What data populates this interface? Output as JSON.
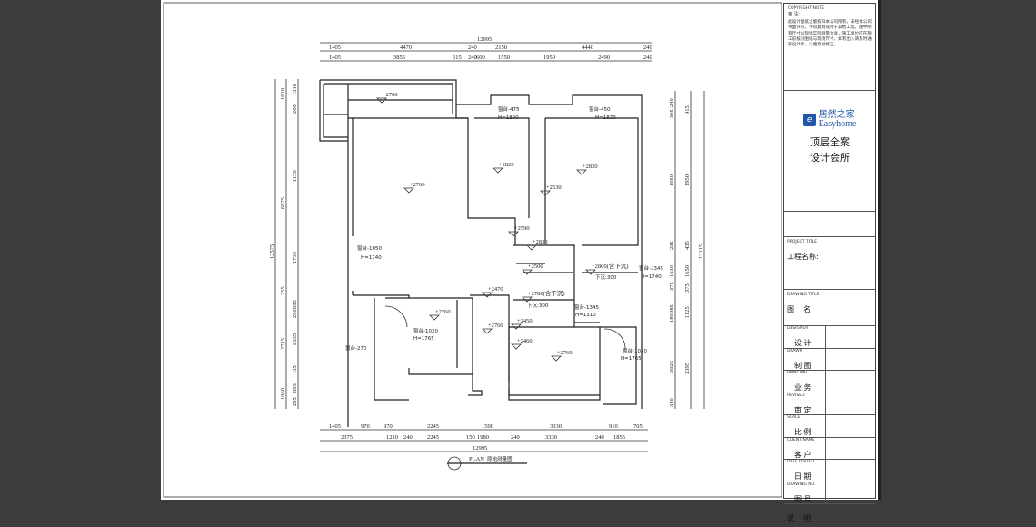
{
  "drawing": {
    "title": "PLAN",
    "subtitle": "原始测量图",
    "top_dims": {
      "overall": "12995",
      "row1": [
        "1405",
        "4470",
        "240",
        "2150",
        "4440",
        "240"
      ],
      "row2": [
        "1405",
        "3855",
        "615",
        "240",
        "600",
        "1550",
        "1950",
        "2490",
        "240"
      ]
    },
    "bottom_dims": {
      "row1": [
        "1405",
        "970",
        "970",
        "2245",
        "1590",
        "3330",
        "910",
        "705"
      ],
      "row2": [
        "2375",
        "1210",
        "240",
        "2245",
        "150",
        "1980",
        "240",
        "3330",
        "240",
        "1855"
      ],
      "overall": "12995"
    },
    "left_dims": {
      "overall": "12575",
      "col1": [
        "1610",
        "6875",
        "255",
        "2715",
        "1060"
      ],
      "col2": [
        "1310",
        "200",
        "1150",
        "1730",
        "695",
        "260",
        "2335",
        "135",
        "805",
        "295"
      ]
    },
    "right_dims": {
      "overall": "12115",
      "col1": [
        "240",
        "305",
        "1950",
        "235",
        "1630",
        "375",
        "985",
        "180",
        "3025",
        "340"
      ],
      "col2": [
        "915",
        "1950",
        "435",
        "1650",
        "375",
        "1125",
        "3395"
      ]
    },
    "elevations": [
      "+2760",
      "+2760",
      "+2820",
      "+2820",
      "+2530",
      "+2590",
      "+2830",
      "+2500",
      "+2800(含下沉)",
      "+2780(含下沉)",
      "+2470",
      "+2760",
      "+2760",
      "+2450",
      "+2460",
      "+2760"
    ],
    "windows": [
      "窗台-475",
      "H=1800",
      "窗台-450",
      "H=1870",
      "窗台-1050",
      "H=1740",
      "窗台-1020",
      "H=1765",
      "窗台-270",
      "窗台-1345",
      "H=1310",
      "窗台-1020",
      "H=1765",
      "窗台-1345",
      "H=1740"
    ],
    "sink_notes": [
      "下沉:300",
      "下沉:300"
    ]
  },
  "title_block": {
    "copyright_label": "COPYRIGHT NOTE",
    "remark_label": "备 注:",
    "note": "此设计图纸之版权归本公司所有，未经本公司书面许可，不得复制或用于其他工程。图中所有尺寸以现场实际测量为准，施工单位应在施工前核对图纸与现场尺寸，如有出入请及时通知设计师，以便及时修正。",
    "brand_cn": "居然之家",
    "brand_en": "Easyhome",
    "firm_line1": "顶层全案",
    "firm_line2": "设计会所",
    "project_label_en": "PROJECT TITLE",
    "project_label": "工程名称:",
    "drawing_label_en": "DRAWING TITLE",
    "drawing_label": "图    名:",
    "rows": [
      {
        "en": "DESIGNER",
        "cn": "设 计"
      },
      {
        "en": "DRAWN",
        "cn": "制 图"
      },
      {
        "en": "PRINCIPAL",
        "cn": "业 务"
      },
      {
        "en": "REVISED",
        "cn": "审 定"
      },
      {
        "en": "SCALE",
        "cn": "比 例"
      },
      {
        "en": "CLIENT NAME",
        "cn": "客 户"
      },
      {
        "en": "DATE ISSUED",
        "cn": "日 期"
      },
      {
        "en": "DRAWING NO.",
        "cn": "图 号"
      }
    ],
    "explain_label": "说    明:"
  }
}
